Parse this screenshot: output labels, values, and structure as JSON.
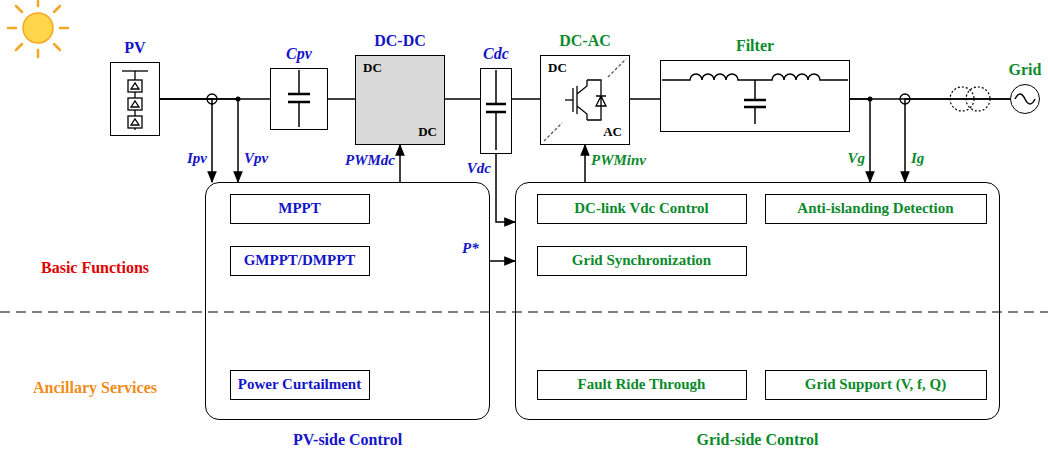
{
  "diagram": {
    "nodes": [
      {
        "text": [
          "PV"
        ]
      },
      {
        "text": [
          "Cpv"
        ]
      },
      {
        "text": [
          "DC-DC",
          "DC",
          "DC"
        ]
      },
      {
        "text": [
          "Cdc"
        ]
      },
      {
        "text": [
          "DC-AC",
          "DC",
          "AC"
        ]
      },
      {
        "text": [
          "Filter"
        ]
      },
      {
        "text": [
          "Grid"
        ]
      },
      {
        "text": [
          "PV-side Control"
        ]
      },
      {
        "text": [
          "MPPT"
        ],
        "in": 7
      },
      {
        "text": [
          "GMPPT/DMPPT"
        ],
        "in": 7
      },
      {
        "text": [
          "Power Curtailment"
        ],
        "in": 7
      },
      {
        "text": [
          "Grid-side Control"
        ]
      },
      {
        "text": [
          "DC-link Vdc Control"
        ],
        "in": 11
      },
      {
        "text": [
          "Anti-islanding Detection"
        ],
        "in": 11
      },
      {
        "text": [
          "Grid Synchronization"
        ],
        "in": 11
      },
      {
        "text": [
          "Fault Ride Through"
        ],
        "in": 11
      },
      {
        "text": [
          "Grid Support (V, f, Q)"
        ],
        "in": 11
      }
    ],
    "edges": [
      {
        "from": 0,
        "to": 1,
        "arrow": "none"
      },
      {
        "from": 1,
        "to": 2,
        "arrow": "none"
      },
      {
        "from": 2,
        "to": 3,
        "arrow": "none"
      },
      {
        "from": 3,
        "to": 4,
        "arrow": "none"
      },
      {
        "from": 4,
        "to": 5,
        "arrow": "none"
      },
      {
        "from": 5,
        "to": 6,
        "arrow": "none"
      },
      {
        "from": 0,
        "to": 7,
        "label": "Ipv",
        "arrow": "to"
      },
      {
        "from": 0,
        "to": 7,
        "label": "Vpv",
        "arrow": "to"
      },
      {
        "from": 7,
        "to": 2,
        "label": "PWMdc",
        "arrow": "to"
      },
      {
        "from": 3,
        "to": 11,
        "label": "Vdc",
        "arrow": "to"
      },
      {
        "from": 7,
        "to": 11,
        "label": "P*",
        "arrow": "to"
      },
      {
        "from": 11,
        "to": 4,
        "label": "PWMinv",
        "arrow": "to"
      },
      {
        "from": 5,
        "to": 11,
        "label": "Vg",
        "arrow": "to"
      },
      {
        "from": 6,
        "to": 11,
        "label": "Ig",
        "arrow": "to"
      }
    ],
    "labels": [
      "Basic Functions",
      "Ancillary Services"
    ]
  }
}
